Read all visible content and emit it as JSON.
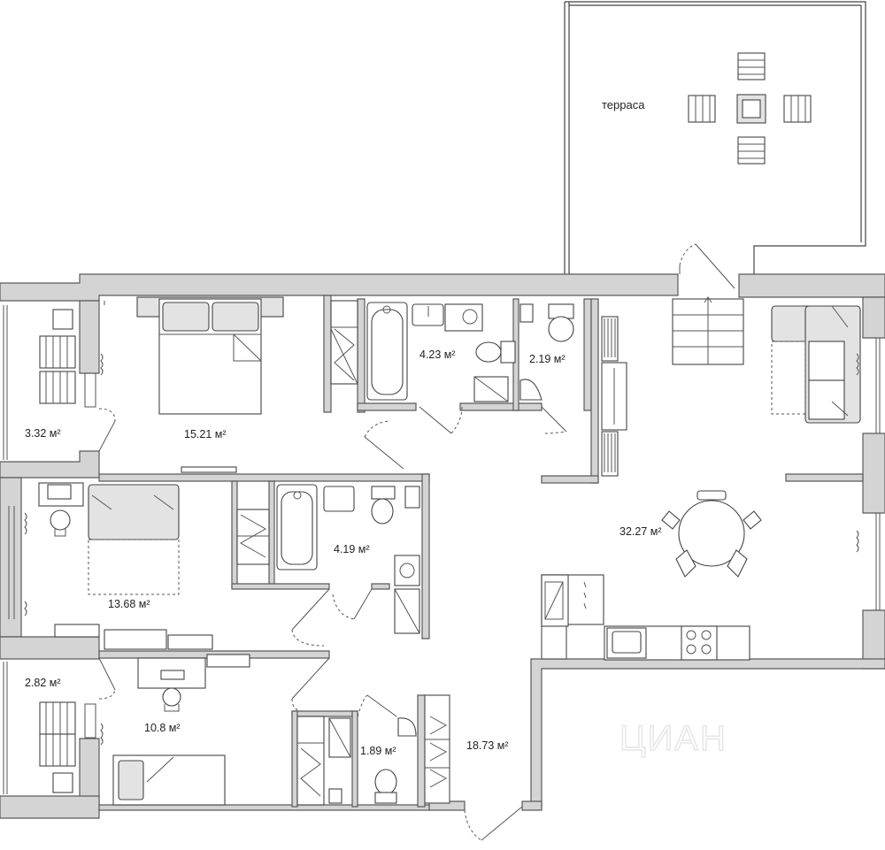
{
  "terrace": {
    "label": "терраса"
  },
  "rooms": {
    "balcony_top": {
      "area": "3.32 м²"
    },
    "bedroom_master": {
      "area": "15.21 м²"
    },
    "bathroom_1": {
      "area": "4.23 м²"
    },
    "wc_1": {
      "area": "2.19 м²"
    },
    "living_kitchen": {
      "area": "32.27 м²"
    },
    "bedroom_2": {
      "area": "13.68 м²"
    },
    "bathroom_2": {
      "area": "4.19 м²"
    },
    "balcony_bottom": {
      "area": "2.82 м²"
    },
    "bedroom_3": {
      "area": "10.8 м²"
    },
    "wc_2": {
      "area": "1.89 м²"
    },
    "hallway": {
      "area": "18.73 м²"
    }
  },
  "watermark": {
    "text": "ЦИАН"
  }
}
